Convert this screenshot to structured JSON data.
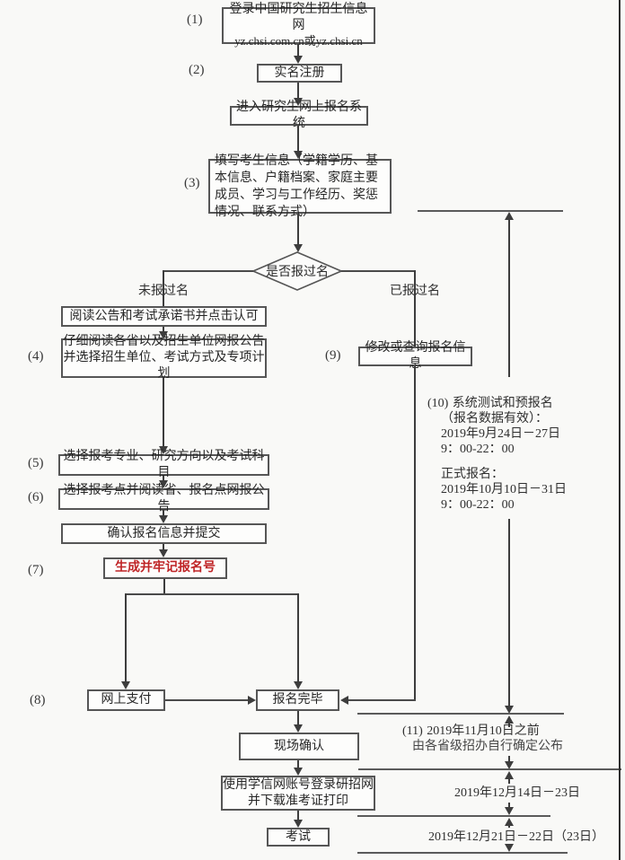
{
  "nodes": {
    "login": {
      "num": "(1)",
      "line1": "登录中国研究生招生信息网",
      "line2": "yz.chsi.com.cn或yz.chsi.cn"
    },
    "register": {
      "num": "(2)",
      "label": "实名注册"
    },
    "enter_system": {
      "label": "进入研究生网上报名系统"
    },
    "fill_info": {
      "num": "(3)",
      "label": "填写考生信息（学籍学历、基本信息、户籍档案、家庭主要成员、学习与工作经历、奖惩情况、联系方式）"
    },
    "decision": {
      "label": "是否报过名",
      "branch_no": "未报过名",
      "branch_yes": "已报过名"
    },
    "read_notice": {
      "label": "阅读公告和考试承诺书并点击认可"
    },
    "read_province": {
      "num": "(4)",
      "line1": "仔细阅读各省以及招生单位网报公告",
      "line2": "并选择招生单位、考试方式及专项计划"
    },
    "modify_query": {
      "num": "(9)",
      "label": "修改或查询报名信息"
    },
    "choose_major": {
      "num": "(5)",
      "label": "选择报考专业、研究方向以及考试科目"
    },
    "choose_point": {
      "num": "(6)",
      "label": "选择报考点并阅读省、报名点网报公告"
    },
    "confirm_submit": {
      "label": "确认报名信息并提交"
    },
    "gen_number": {
      "num": "(7)",
      "label": "生成并牢记报名号"
    },
    "pay_online": {
      "num": "(8)",
      "label": "网上支付"
    },
    "reg_done": {
      "label": "报名完毕"
    },
    "onsite_confirm": {
      "label": "现场确认"
    },
    "download_print": {
      "line1": "使用学信网账号登录研招网",
      "line2": "并下载准考证打印"
    },
    "exam": {
      "label": "考试"
    }
  },
  "timeline": {
    "pre_reg": {
      "num": "(10)",
      "title": "系统测试和预报名",
      "l2": "（报名数据有效）：",
      "l3": "2019年9月24日－27日",
      "l4": "9：00-22：00",
      "l5": "正式报名：",
      "l6": "2019年10月10日－31日",
      "l7": "9：00-22：00"
    },
    "onsite": {
      "num": "(11)",
      "l1": "2019年11月10日之前",
      "l2": "由各省级招办自行确定公布"
    },
    "download_period": "2019年12月14日－23日",
    "exam_period": "2019年12月21日－22日（23日）"
  },
  "colors": {
    "highlight_red": "#bf2426",
    "line": "#3d3d3d",
    "background": "#f9f9f7"
  }
}
